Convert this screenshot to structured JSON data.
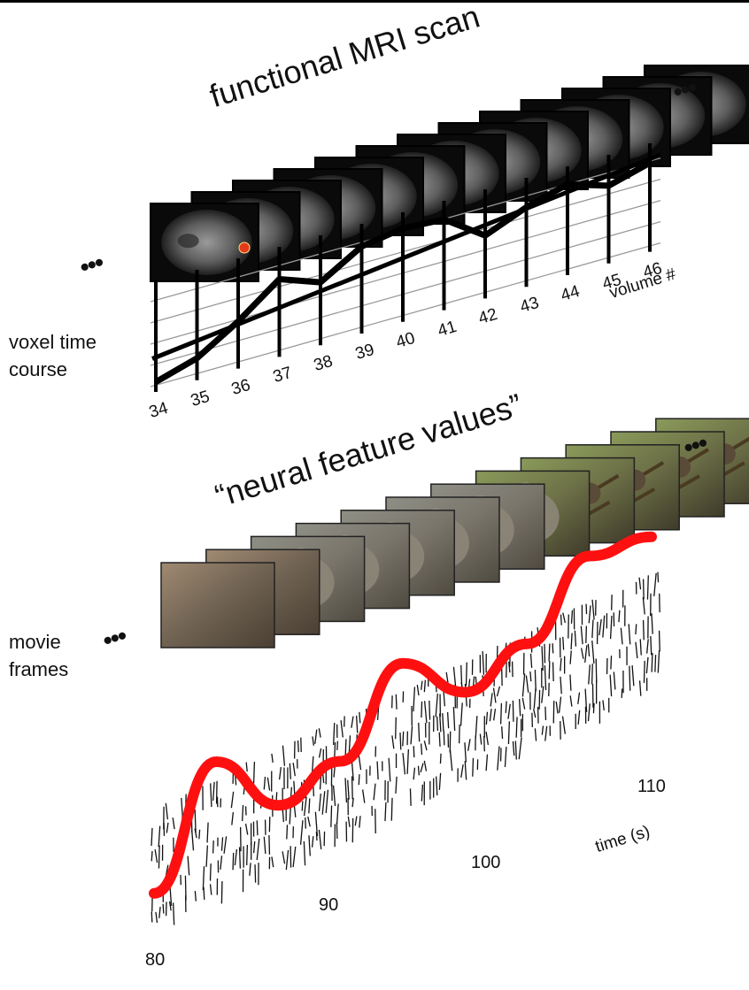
{
  "titles": {
    "fmri": "functional MRI scan",
    "neural": "“neural feature values”"
  },
  "labels": {
    "voxel_line1": "voxel time",
    "voxel_line2": "course",
    "movie_line1": "movie",
    "movie_line2": "frames",
    "volume": "volume #",
    "time": "time (s)",
    "ellipsis": "•••"
  },
  "volumes": [
    "34",
    "35",
    "36",
    "37",
    "38",
    "39",
    "40",
    "41",
    "42",
    "43",
    "44",
    "45",
    "46"
  ],
  "voxel_values": [
    0.05,
    0.18,
    0.45,
    0.78,
    0.62,
    0.88,
    0.95,
    0.92,
    0.62,
    0.8,
    0.92,
    0.78,
    0.9
  ],
  "voxel_trend": [
    0.3,
    0.95
  ],
  "time_ticks": [
    "80",
    "90",
    "100",
    "110"
  ],
  "neural_curve": [
    0.05,
    0.75,
    0.25,
    0.35,
    0.82,
    0.42,
    0.55,
    0.95,
    0.88
  ],
  "colors": {
    "curve": "#ff1010",
    "voxel_marker": "#e33a1a",
    "line": "#000000",
    "grid": "#9a9a9a"
  }
}
